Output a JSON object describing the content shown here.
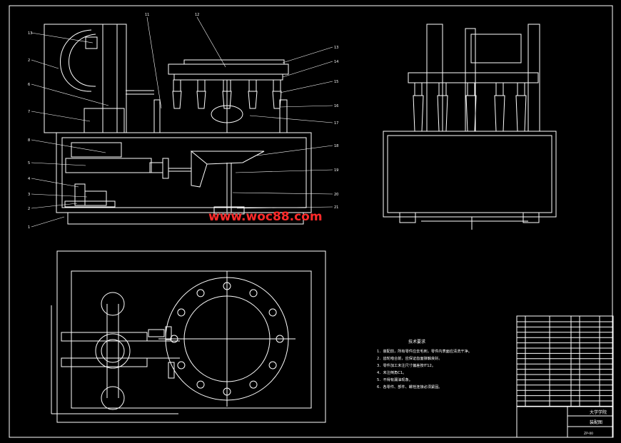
{
  "watermark": "www.woc88.com",
  "colors": {
    "background": "#000000",
    "line": "#ffffff",
    "watermark": "#ff2a2a"
  },
  "technical_requirements": {
    "title": "技术要求",
    "items": [
      "1．装配前，所有零件应去毛刺，零件内表面应清洗干净。",
      "2．齿轮啮合前，应保证齿面接触良好。",
      "3．零件加工未注尺寸偏差按IT12。",
      "4．未注倒角C1。",
      "5．不得有漏油现象。",
      "6．各零件、部件、螺栓连接必须紧固。"
    ]
  },
  "title_block": {
    "school": "大学学院",
    "drawing_name": "装配图",
    "drawing_no": "ZP-00"
  },
  "callouts": {
    "left": [
      "13",
      "2",
      "6",
      "7",
      "8",
      "5",
      "4",
      "3",
      "2",
      "1"
    ],
    "top": [
      "11",
      "12"
    ],
    "right": [
      "13",
      "14",
      "15",
      "16",
      "17",
      "18",
      "19",
      "20",
      "21"
    ]
  }
}
